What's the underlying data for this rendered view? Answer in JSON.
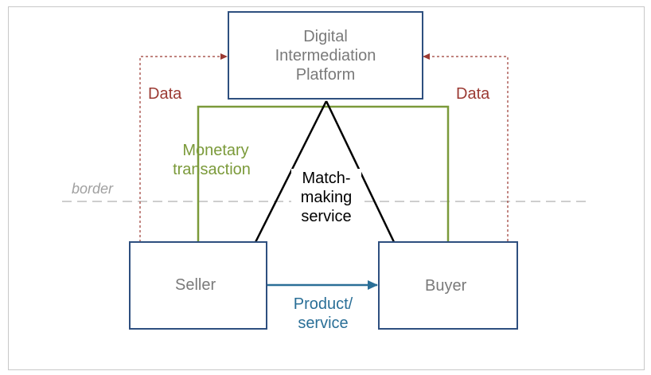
{
  "diagram": {
    "platform": {
      "label_line1": "Digital",
      "label_line2": "Intermediation",
      "label_line3": "Platform"
    },
    "seller": {
      "label": "Seller"
    },
    "buyer": {
      "label": "Buyer"
    },
    "data_left": "Data",
    "data_right": "Data",
    "monetary_line1": "Monetary",
    "monetary_line2": "transaction",
    "match_line1": "Match-",
    "match_line2": "making",
    "match_line3": "service",
    "product_line1": "Product/",
    "product_line2": "service",
    "border_label": "border"
  },
  "colors": {
    "box_border": "#2e4f7f",
    "data": "#9b3a33",
    "monetary": "#7b9a3a",
    "product": "#2a6f97",
    "match": "#000000",
    "border_line": "#bdbdbd"
  }
}
